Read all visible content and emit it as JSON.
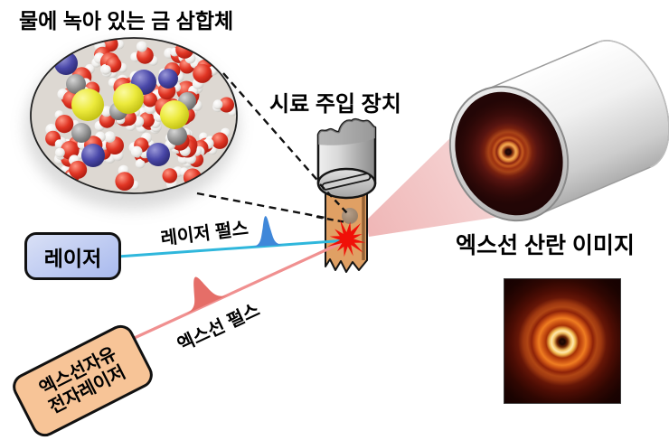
{
  "figure": {
    "molecule": {
      "title": "물에 녹아 있는 금 삼합체"
    },
    "injector": {
      "title": "시료 주입 장치"
    },
    "laser": {
      "box_label": "레이저",
      "pulse_label": "레이저 펄스"
    },
    "xfel": {
      "box_label_line1": "엑스선자유",
      "box_label_line2": "전자레이저",
      "pulse_label": "엑스선 펄스"
    },
    "detector": {
      "scattering_title": "엑스선 산란 이미지"
    }
  },
  "icons": {
    "interaction-flash-icon": "red starburst where laser and x-ray pulses hit the liquid jet",
    "molecule-zoom-ellipse": "space-filling model of gold trimer complex dissolved in water",
    "laser-pulse-icon": "blue gaussian pulse on cyan beam line",
    "xray-pulse-icon": "red gaussian pulse on pink beam line",
    "diffraction-rings-icon": "concentric bright orange rings on dark detector face"
  },
  "colors": {
    "text": "#000000",
    "box_border": "#111111",
    "laser_box_fill_top": "#d9e0f6",
    "laser_box_fill_bottom": "#a9baee",
    "xfel_box_fill": "#f7c497",
    "laser_beam": "#2fb7dc",
    "laser_pulse_fill": "#3f87d9",
    "xray_beam": "#f09090",
    "xray_pulse_fill": "#e56e68",
    "interaction_flash": "#f01008",
    "sample_jet": "#e0a064",
    "nozzle_gray": "#c6c6c6",
    "cone_pink": "#eeb0b0",
    "dashed_line": "#111111",
    "detector_body": "#e8e8e8",
    "scattering_bg": "#120101",
    "ring_bright": "#ffe9b0",
    "ring_orange": "#ef7d22",
    "atom_gold": "#e6e214",
    "atom_oxygen": "#d42020",
    "atom_hydrogen": "#f2f1ee",
    "atom_nitrogen": "#3c3a9a",
    "atom_carbon": "#909090"
  }
}
